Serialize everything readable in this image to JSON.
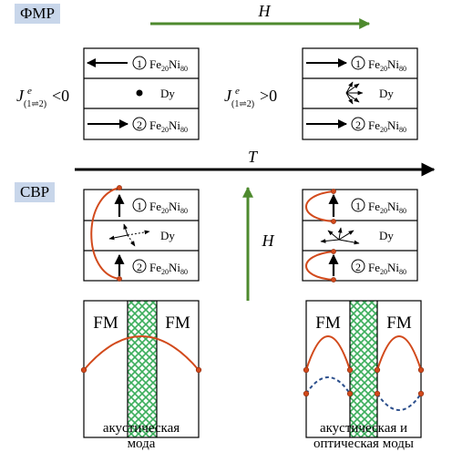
{
  "labels": {
    "fmr": "ФМР",
    "svr": "СВР",
    "h": "H",
    "t": "T",
    "fm": "FM",
    "dy": "Dy",
    "layer1_num": "1",
    "layer2_num": "2",
    "fe": "Fe",
    "fe_sub": "20",
    "ni": "Ni",
    "ni_sub": "80",
    "j_letter": "J",
    "j_sup": "e",
    "j_sub": "(1⇌2)",
    "j_neg": "<0",
    "j_pos": ">0"
  },
  "captions": {
    "acoustic_line1": "акустическая",
    "acoustic_line2": "мода",
    "both_line1": "акустическая и",
    "both_line2": "оптическая моды"
  },
  "colors": {
    "green_arrow": "#4e8a2e",
    "label_bg": "#c8d6ea",
    "red_curve": "#d24a1c",
    "blue_dashed": "#2c4f8c",
    "hatch": "#3cae5c"
  }
}
